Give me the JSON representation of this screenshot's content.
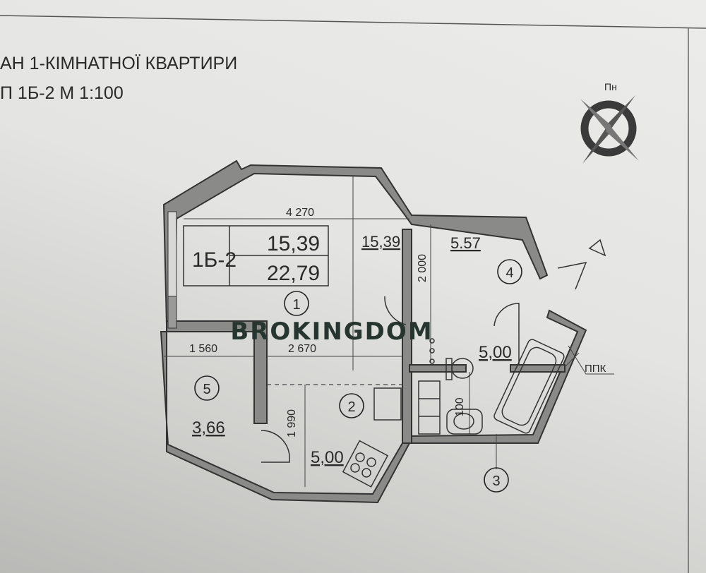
{
  "title": {
    "line1": "АН 1-КІМНАТНОЇ КВАРТИРИ",
    "line2": "П 1Б-2   М 1:100"
  },
  "compass": {
    "label": "Пн"
  },
  "plan": {
    "type_code": "1Б-2",
    "living_area": "15,39",
    "total_area": "22,79",
    "dimensions": {
      "room1_width": "4 270",
      "room5_width": "1 560",
      "hall_width": "2 670",
      "kitchen_depth": "1 990",
      "bath_depth": "2 000",
      "wc_width": "100"
    },
    "rooms": [
      {
        "number": "1",
        "area": "15,39"
      },
      {
        "number": "2",
        "area": "5,00"
      },
      {
        "number": "3",
        "area": "5,00"
      },
      {
        "number": "4",
        "area": "5.57"
      },
      {
        "number": "5",
        "area": "3,66"
      }
    ],
    "ppk_label": "ППК"
  },
  "watermark": "BROKINGDOM"
}
